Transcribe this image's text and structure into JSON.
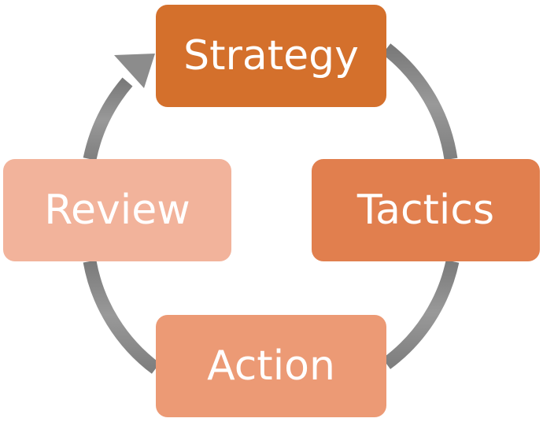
{
  "diagram": {
    "type": "cycle",
    "ring_color": "#8c8c8c",
    "nodes": [
      {
        "id": "strategy",
        "label": "Strategy",
        "color": "#d4702c"
      },
      {
        "id": "tactics",
        "label": "Tactics",
        "color": "#e17f4e"
      },
      {
        "id": "action",
        "label": "Action",
        "color": "#ec9a75"
      },
      {
        "id": "review",
        "label": "Review",
        "color": "#f2b39b"
      }
    ],
    "edges": [
      {
        "from": "strategy",
        "to": "tactics"
      },
      {
        "from": "tactics",
        "to": "action"
      },
      {
        "from": "action",
        "to": "review"
      },
      {
        "from": "review",
        "to": "strategy",
        "arrowhead": true
      }
    ]
  }
}
